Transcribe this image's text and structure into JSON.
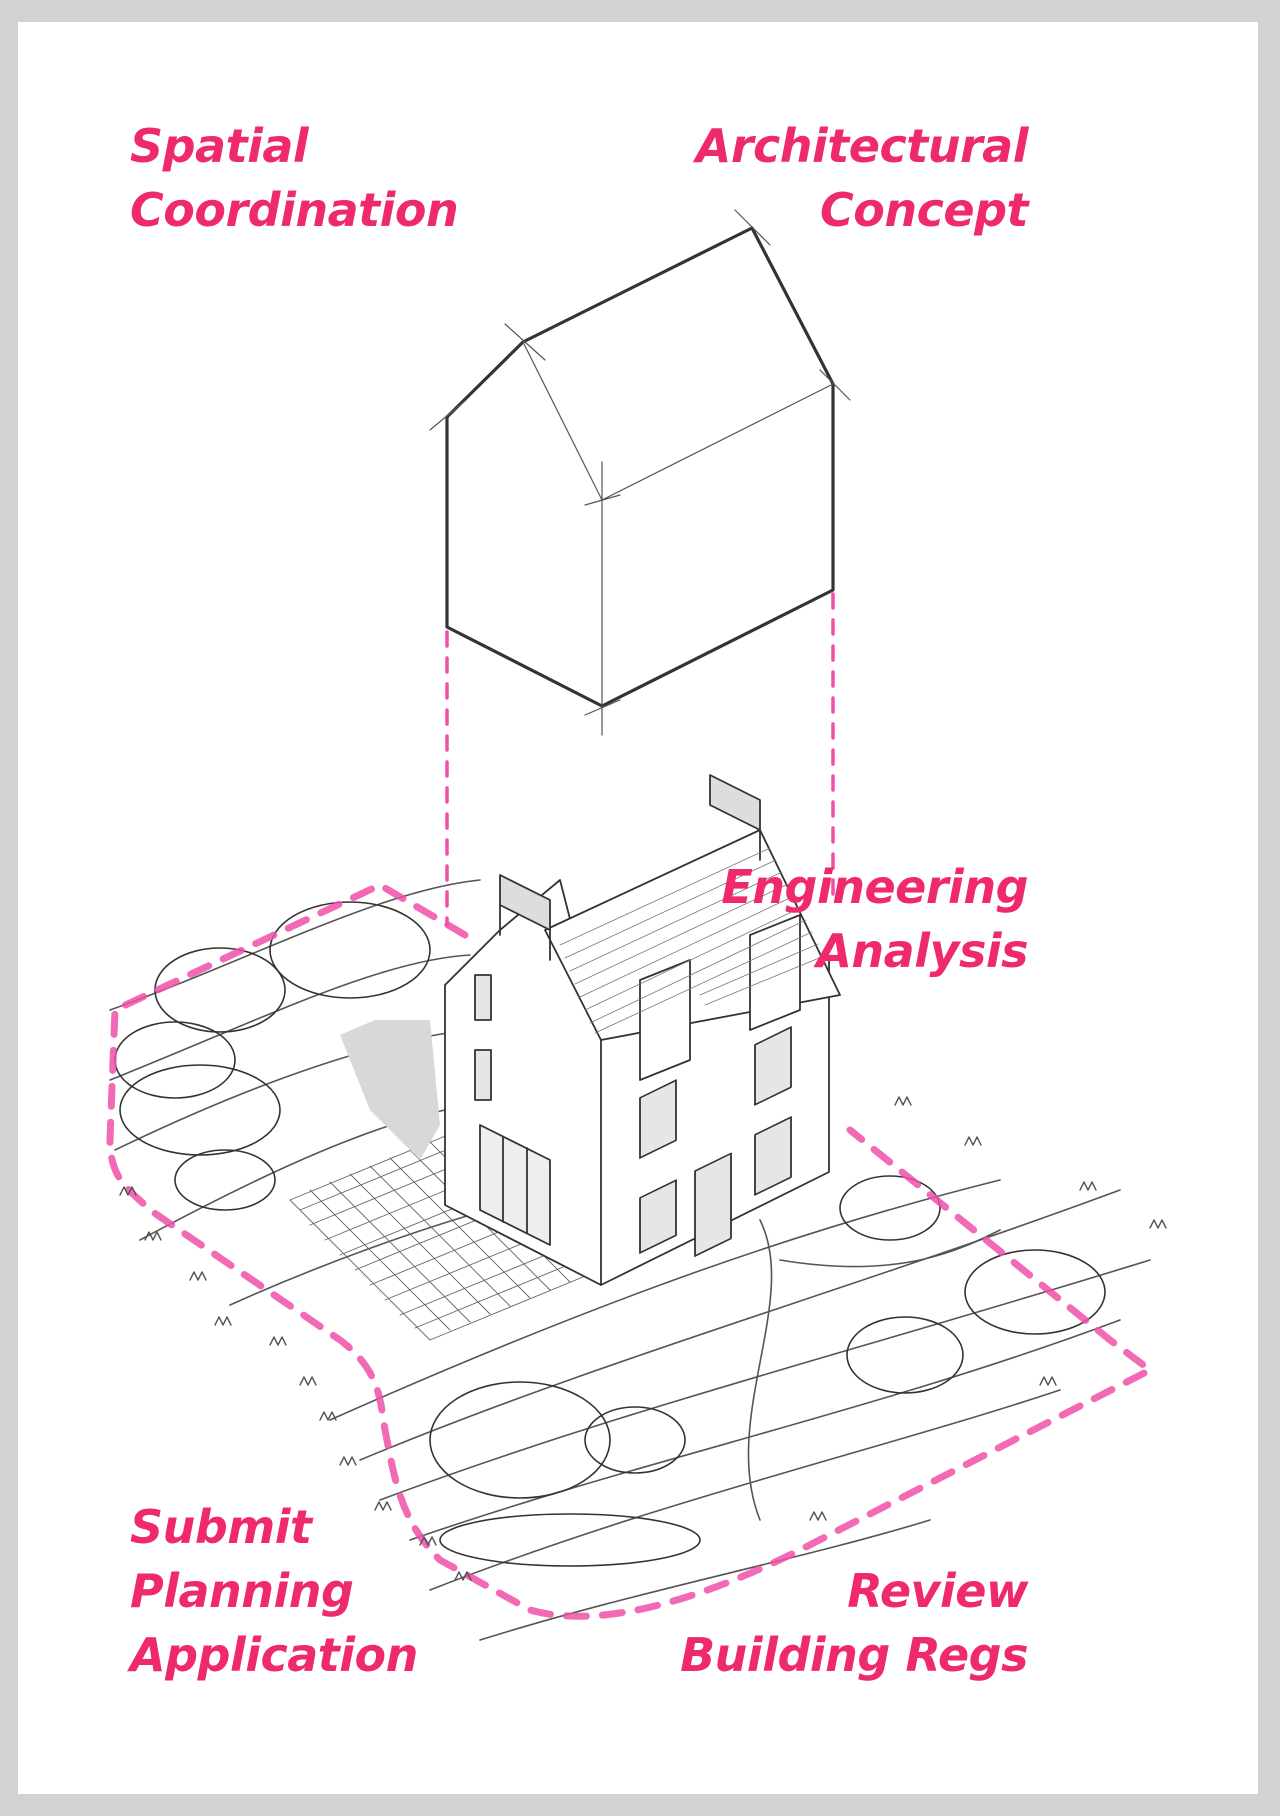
{
  "theme": {
    "accent": "#ee2a6b",
    "dash": "#f04fa8",
    "frame": "#d1d2d4",
    "paper": "#ffffff",
    "pencil": "#3a3a3a"
  },
  "labels": {
    "spatial_coordination": [
      "Spatial",
      "Coordination"
    ],
    "architectural_concept": [
      "Architectural",
      "Concept"
    ],
    "engineering_analysis": [
      "Engineering",
      "Analysis"
    ],
    "submit_planning_application": [
      "Submit",
      "Planning",
      "Application"
    ],
    "review_building_regs": [
      "Review",
      "Building Regs"
    ]
  },
  "illustration": {
    "upper": "massing-block-house",
    "lower": "detailed-house-with-site-plan",
    "boundary": "pink-dashed-site-boundary"
  }
}
